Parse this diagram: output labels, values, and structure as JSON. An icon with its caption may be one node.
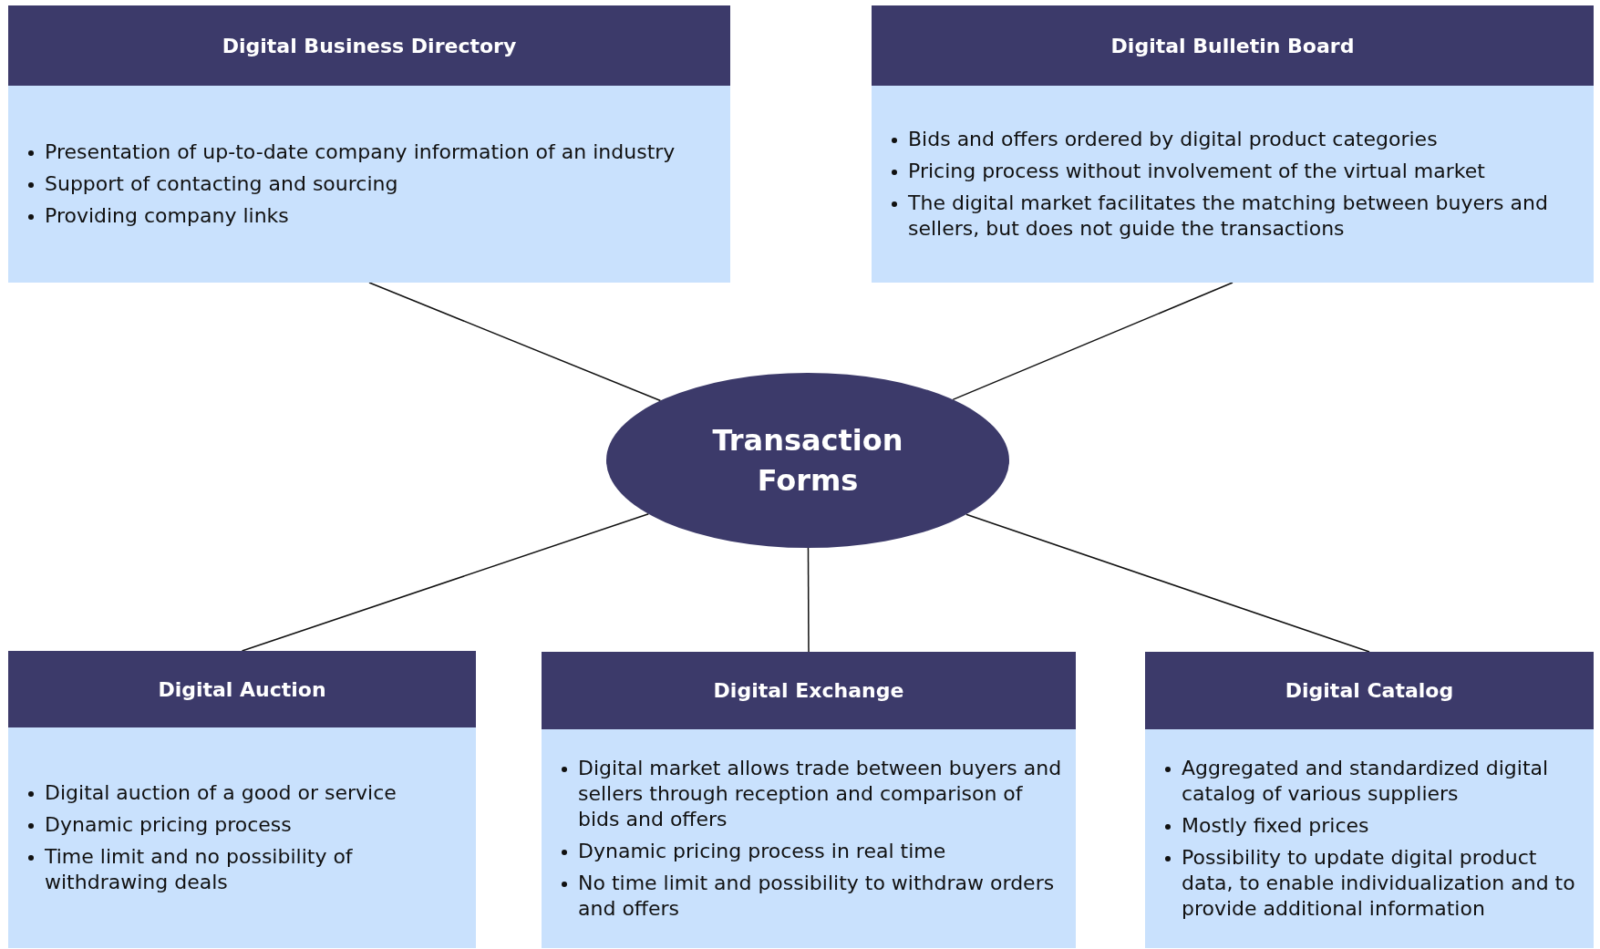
{
  "diagram": {
    "nodes": [
      {
        "text": [
          "Digital Business Directory",
          "Presentation of up-to-date company information of an industry",
          "Support of contacting and sourcing",
          "Providing company links"
        ]
      },
      {
        "text": [
          "Digital Bulletin Board",
          "Bids and offers ordered by digital product categories",
          "Pricing process without involvement of the virtual market",
          "The digital market facilitates the matching between buyers and sellers, but does not guide the transactions"
        ]
      },
      {
        "text": [
          "Transaction Forms"
        ]
      },
      {
        "text": [
          "Digital Auction",
          "Digital auction of a good or service",
          "Dynamic pricing process",
          "Time limit and no possibility of withdrawing deals"
        ]
      },
      {
        "text": [
          "Digital Exchange",
          "Digital market allows trade between buyers and sellers through reception and comparison of bids and offers",
          "Dynamic pricing process in real time",
          "No time limit and possibility to withdraw orders and offers"
        ]
      },
      {
        "text": [
          "Digital Catalog",
          "Aggregated and standardized digital catalog of various suppliers",
          "Mostly fixed prices",
          "Possibility to update digital product data, to enable individualization and to provide additional information"
        ]
      }
    ],
    "edges": [
      {
        "from": 2,
        "to": 0,
        "arrow": "none"
      },
      {
        "from": 2,
        "to": 1,
        "arrow": "none"
      },
      {
        "from": 2,
        "to": 3,
        "arrow": "none"
      },
      {
        "from": 2,
        "to": 4,
        "arrow": "none"
      },
      {
        "from": 2,
        "to": 5,
        "arrow": "none"
      }
    ]
  }
}
